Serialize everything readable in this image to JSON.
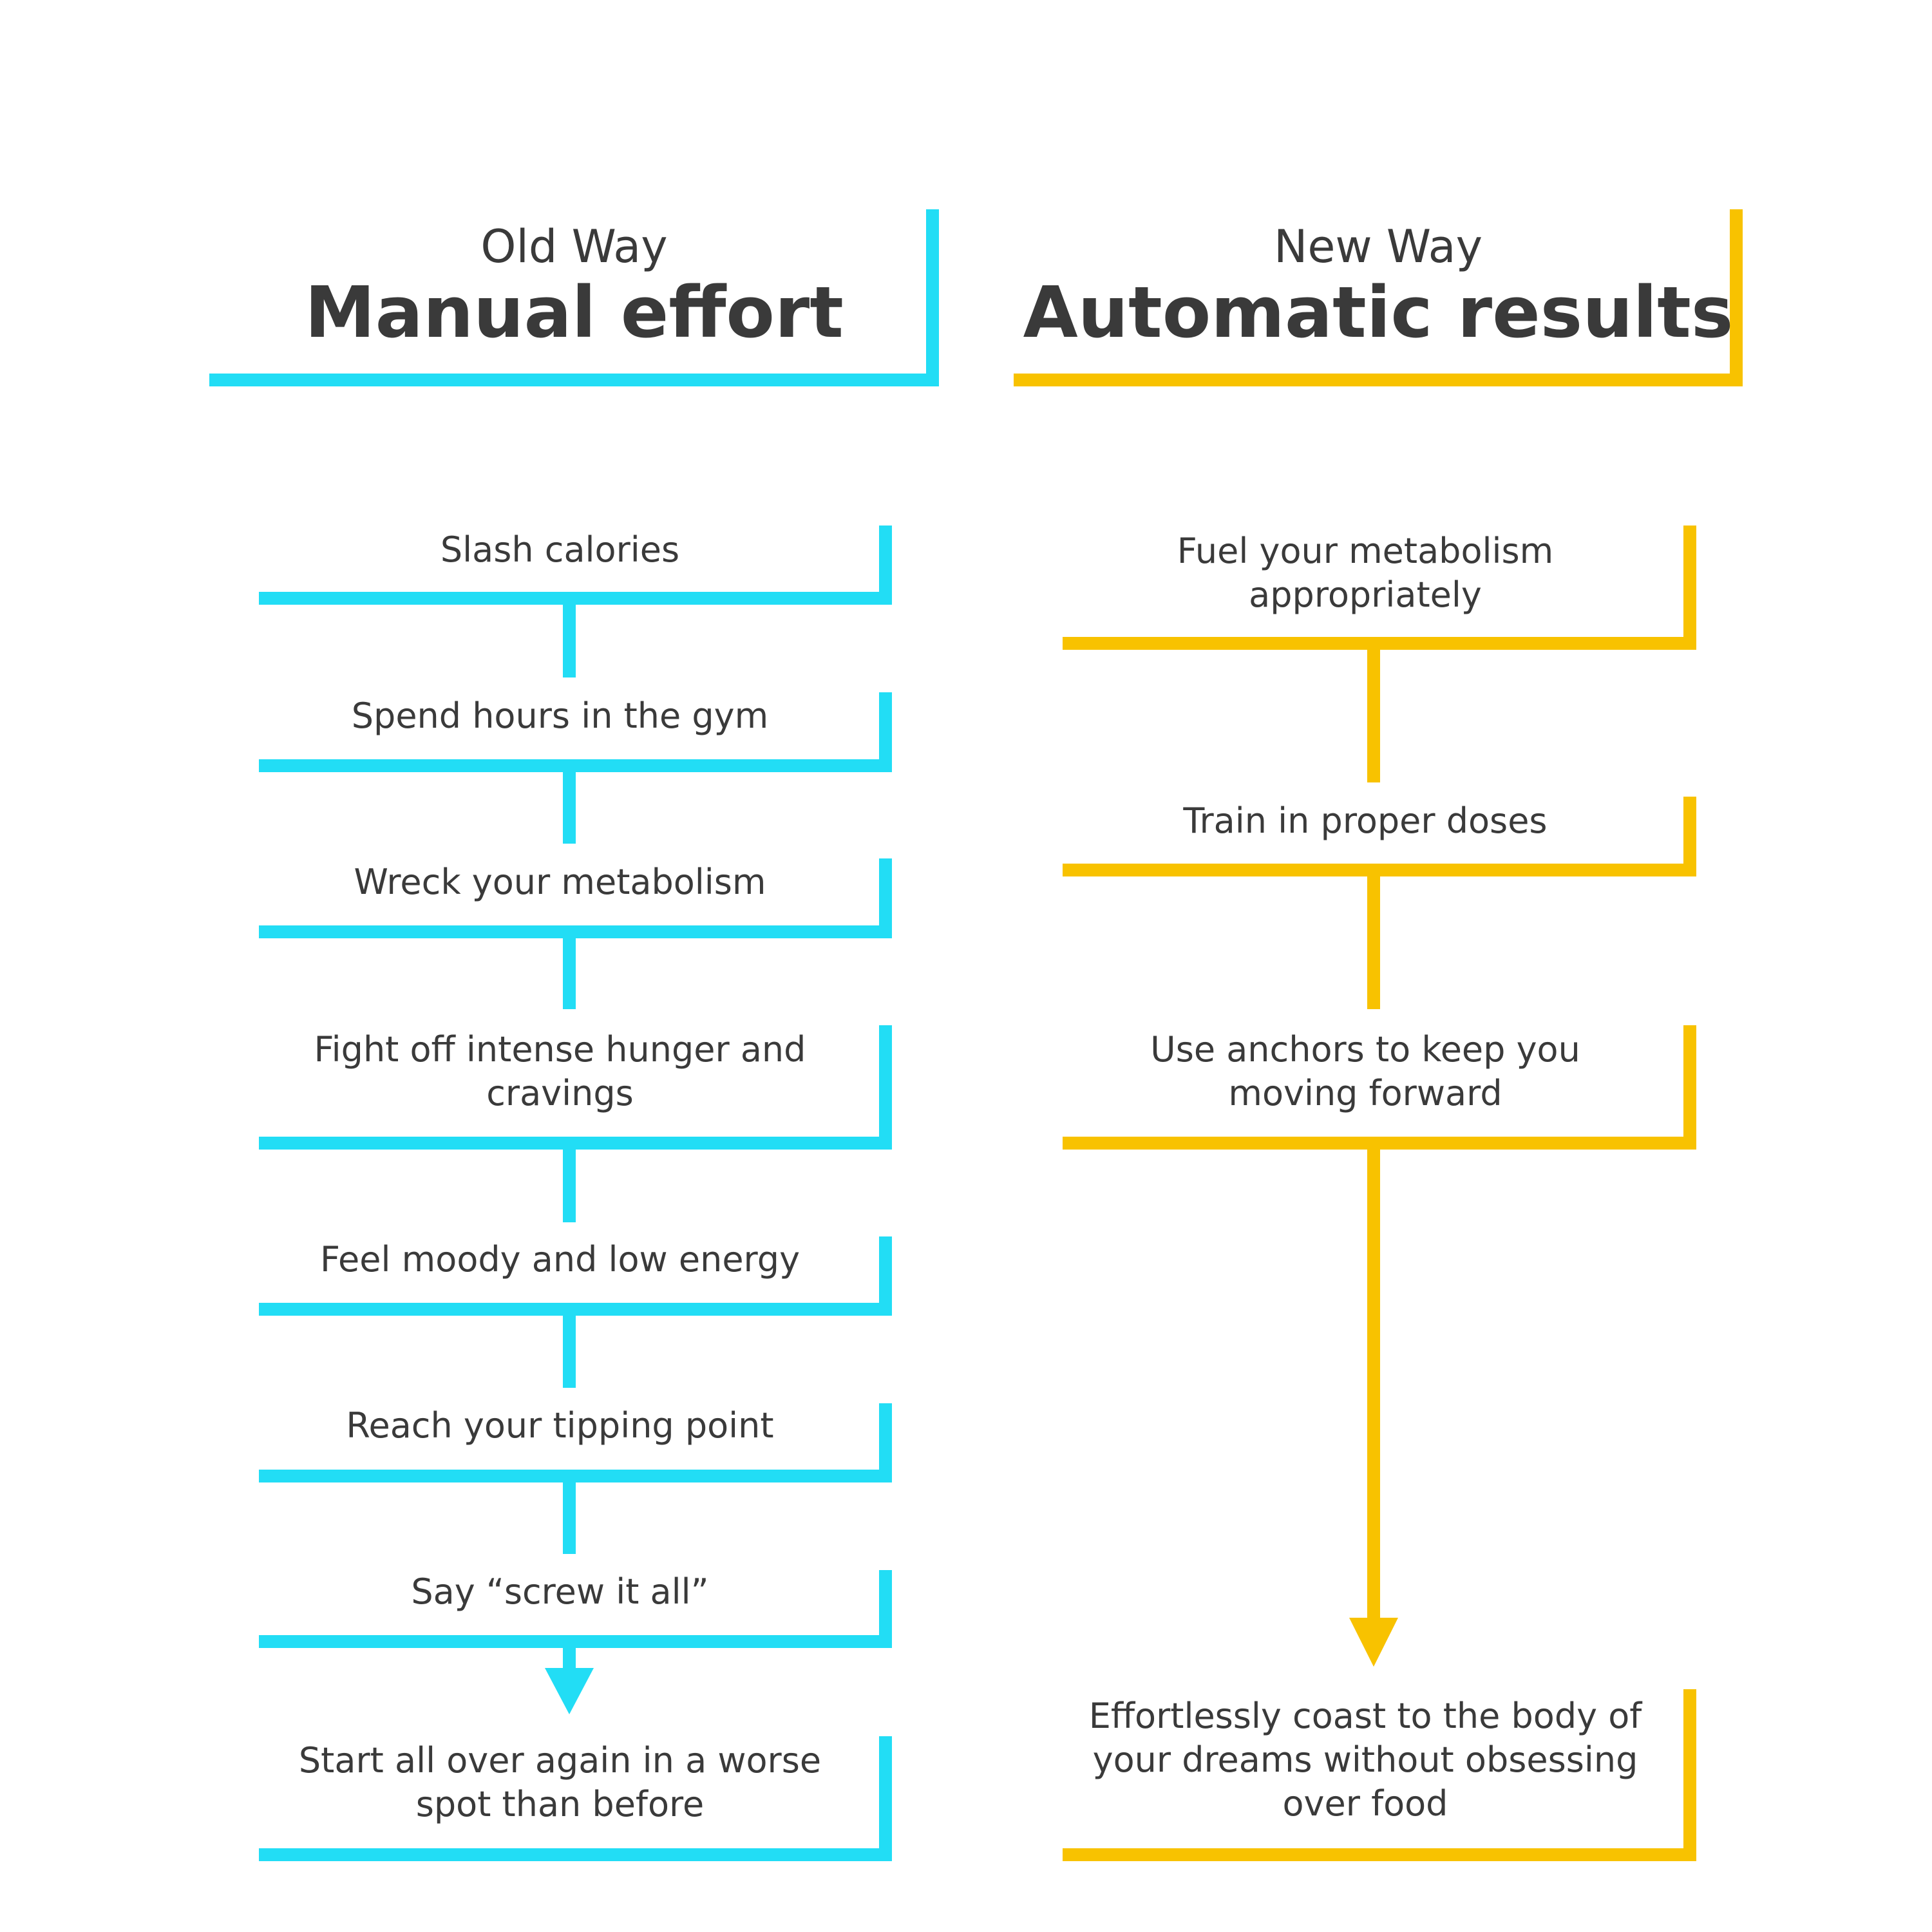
{
  "colors": {
    "old_way": "#22DDF5",
    "new_way": "#F8C200",
    "text": "#3A3A3A"
  },
  "old_way": {
    "subtitle": "Old Way",
    "title": "Manual effort",
    "steps": [
      "Slash calories",
      "Spend hours in the gym",
      "Wreck your metabolism",
      "Fight off intense hunger and cravings",
      "Feel moody and low energy",
      "Reach your tipping point",
      "Say “screw it all”",
      "Start all over again in a worse spot than before"
    ]
  },
  "new_way": {
    "subtitle": "New Way",
    "title": "Automatic results",
    "steps": [
      "Fuel your metabolism appropriately",
      "Train in proper doses",
      "Use anchors to keep you moving forward",
      "Effortlessly coast to the body of your dreams without obsessing over food"
    ]
  }
}
